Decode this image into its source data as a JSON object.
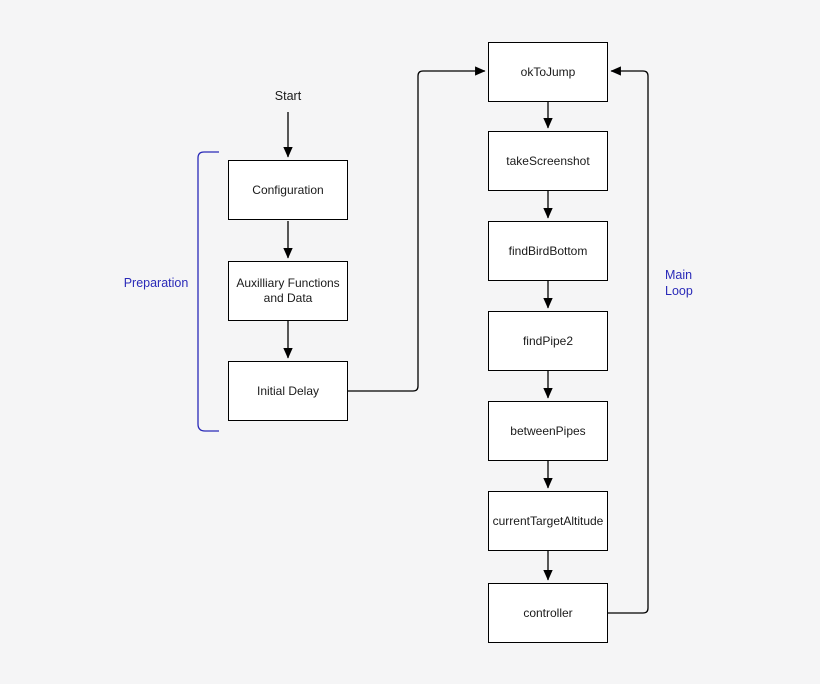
{
  "diagram": {
    "start_label": "Start",
    "preparation": {
      "label": "Preparation",
      "nodes": [
        {
          "id": "configuration",
          "label": "Configuration"
        },
        {
          "id": "auxilliary-functions-and-data",
          "label": "Auxilliary Functions and Data"
        },
        {
          "id": "initial-delay",
          "label": "Initial Delay"
        }
      ]
    },
    "main_loop": {
      "label": "Main Loop",
      "nodes": [
        {
          "id": "okToJump",
          "label": "okToJump"
        },
        {
          "id": "takeScreenshot",
          "label": "takeScreenshot"
        },
        {
          "id": "findBirdBottom",
          "label": "findBirdBottom"
        },
        {
          "id": "findPipe2",
          "label": "findPipe2"
        },
        {
          "id": "betweenPipes",
          "label": "betweenPipes"
        },
        {
          "id": "currentTargetAltitude",
          "label": "currentTargetAltitude"
        },
        {
          "id": "controller",
          "label": "controller"
        }
      ]
    },
    "colors": {
      "accent_blue": "#2a2ab8",
      "line": "#000000",
      "node_fill": "#ffffff",
      "node_border": "#000000",
      "background": "#f5f5f6"
    }
  }
}
